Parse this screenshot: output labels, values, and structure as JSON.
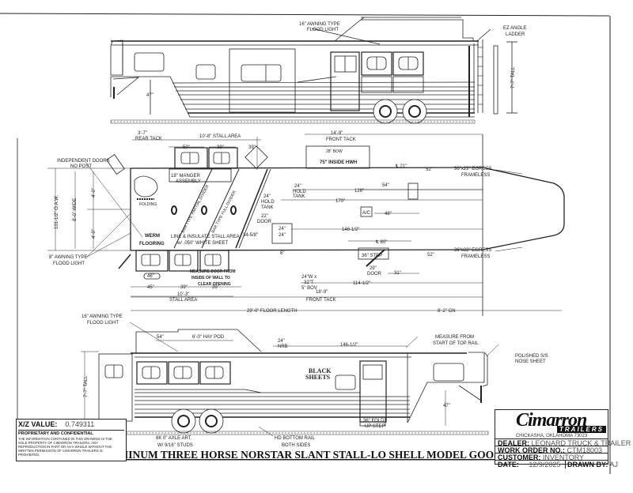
{
  "drawing": {
    "title": "ALUMINUM THREE HORSE NORSTAR SLANT STALL-LO SHELL MODEL GOOSENECK TRAILER",
    "top_view": {
      "callouts": {
        "awning_light": "16\" AWNING TYPE",
        "awning_light_2": "FLOOD LIGHT",
        "ladder": "EZ ANGLE",
        "ladder_2": "LADDER",
        "height": "7'-7\" TALL",
        "gooseneck_height": "47\""
      }
    },
    "floor_plan": {
      "dims": {
        "rear_tack": "3'-7\"",
        "rear_tack_label": "REAR TACK",
        "stall_area_top": "10'-8\" STALL AREA",
        "stall_50": "50\"",
        "stall_39a": "39\"",
        "stall_39b": "39\"",
        "front_tack_top": "14'-9\"",
        "front_tack_top_label": "FRONT TACK",
        "inside_hwh": "75\" INSIDE HWH",
        "bow_28": "28\" BOW",
        "cl_21": "℄ 21\"",
        "dim_52_top": "52\"",
        "egress_top": "36\"x22\" EGRESS",
        "egress_top_2": "FRAMELESS",
        "dim_54": "54\"",
        "dim_126": "126\"",
        "dim_170": "170\"",
        "dim_48": "48\"",
        "ac": "A/C",
        "dim_148": "148-1/2\"",
        "cl_80": "℄ 80\"",
        "dim_52_bot": "52\"",
        "egress_bot": "36\"x22\" EGRESS",
        "egress_bot_2": "FRAMELESS",
        "step_36": "36\" STEP",
        "door_29": "29\"",
        "door_29_label": "DOOR",
        "dim_31": "31\"",
        "win_24w": "24\"W x",
        "win_32t": "32\"T",
        "win_bov": "5\" BOV",
        "dim_114": "114-1/2\"",
        "front_tack_bot": "18'-9\"",
        "front_tack_bot_label": "FRONT TACK",
        "floor_length": "29'-0\" FLOOR LENGTH",
        "gn": "8'-2\" GN",
        "stall_45": "45\"",
        "stall_39c": "39\"",
        "stall_39d": "39\"",
        "stall_area_bot": "10'-3\"",
        "stall_area_bot_label": "STALL AREA",
        "dim_46": "46\"",
        "oaw": "101-1/2\" O.A.W.",
        "wide": "8'-0\" WIDE",
        "half_a": "4'-0\"",
        "half_b": "4'-0\"",
        "hold_tank_24a": "24\"",
        "hold_tank_a": "HOLD",
        "hold_tank_a2": "TANK",
        "hold_tank_24b": "24\"",
        "hold_tank_b": "HOLD",
        "hold_tank_b2": "TANK",
        "door_22": "22\"",
        "door_22_label": "DOOR",
        "dim_34": "34-5/8\"",
        "dim_24x24a": "24\"",
        "dim_24x24b": "24\"",
        "dim_6": "6\""
      },
      "notes": {
        "independent_doors": "INDEPENDENT DOORS",
        "no_post": "NO POST",
        "manger": "18\" MANGER",
        "manger_2": "ASSEMBLY",
        "folding": "FOLDING",
        "partial_divider": "BAR TYPE PARTIAL DIVIDER",
        "full_divider": "BAR TYPE FULL DIVIDER",
        "werm": "WERM",
        "flooring": "FLOORING",
        "lined": "LINE & INSULATE STALL AREA",
        "lined_2": "w/ .050\" WHITE SHEET",
        "measure_door": "MEASURE DOOR FROM",
        "measure_door_2": "INSIDE OF WALL TO",
        "measure_door_3": "CLEAR OPENING",
        "awning_8": "8\" AWNING TYPE",
        "awning_8_2": "FLOOD LIGHT"
      }
    },
    "side_view": {
      "callouts": {
        "awning_light": "16\" AWNING TYPE",
        "awning_light_2": "FLOOD LIGHT",
        "hay_pod": "6'-0\" HAY POD",
        "dim_54": "54\"",
        "nrb": "24\"",
        "nrb_2": "NRB",
        "dim_146": "146-1/2\"",
        "measure_from": "MEASURE FROM",
        "measure_from_2": "START OF TOP RAIL",
        "polished": "POLISHED S/S",
        "polished_2": "NOSE SHEET",
        "black_sheets": "BLACK",
        "black_sheets_2": "SHEETS",
        "tall": "7'-7\" TALL",
        "gooseneck_height": "47\"",
        "fold_step": "36\" FOLD",
        "fold_step_2": "UP STEP",
        "axle": "8K 0\" AXLE ART.",
        "axle_2": "W/ 9/16\" STUDS",
        "rail": "HD BOTTOM RAIL",
        "rail_2": "BOTH SIDES"
      }
    }
  },
  "title_block": {
    "brand": "Cimarron",
    "brand_sub": "TRAILERS",
    "city": "CHICKASHA, OKLAHOMA 73023",
    "dealer_label": "DEALER:",
    "dealer": "LEONARD TRUCK & TRAILER",
    "work_order_label": "WORK ORDER NO.:",
    "work_order": "CTM18003",
    "customer_label": "CUSTOMER:",
    "customer": "INVENTORY",
    "date_label": "DATE:",
    "date": "12/9/2025",
    "drawn_by_label": "DRAWN BY:",
    "drawn_by": "AJ"
  },
  "xz_block": {
    "label": "X/Z VALUE:",
    "value": "0.749311",
    "proprietary": "PROPRIETARY AND CONFIDENTIAL",
    "body": "THE INFORMATION CONTAINED IN THIS DRAWING IS THE SOLE PROPERTY OF CIMARRON TRAILERS. ANY REPRODUCTION IN PART OR AS A WHOLE WITHOUT THE WRITTEN PERMISSION OF CIMARRON TRAILERS IS PROHIBITED."
  }
}
